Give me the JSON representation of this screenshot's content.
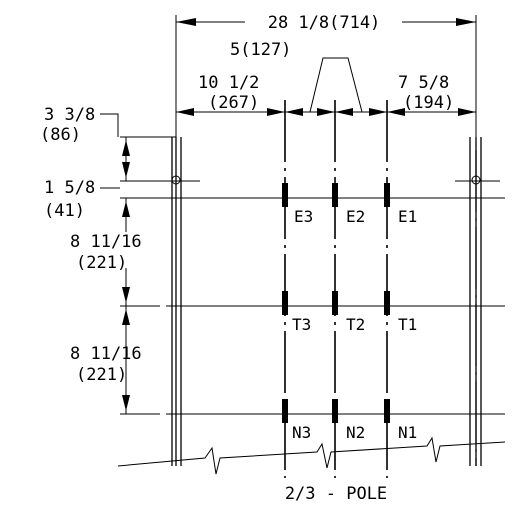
{
  "dims": {
    "overall_width": "28 1/8(714)",
    "center_width": "5(127)",
    "left_width_a": "10 1/2",
    "left_width_b": "(267)",
    "right_width_a": "7 5/8",
    "right_width_b": "(194)",
    "top_offset_a": "3 3/8",
    "top_offset_b": "(86)",
    "hole_offset_a": "1 5/8",
    "hole_offset_b": "(41)",
    "spacing1_a": "8 11/16",
    "spacing1_b": "(221)",
    "spacing2_a": "8 11/16",
    "spacing2_b": "(221)"
  },
  "terminals": {
    "row_e": [
      "E3",
      "E2",
      "E1"
    ],
    "row_t": [
      "T3",
      "T2",
      "T1"
    ],
    "row_n": [
      "N3",
      "N2",
      "N1"
    ]
  },
  "caption": "2/3 - POLE"
}
